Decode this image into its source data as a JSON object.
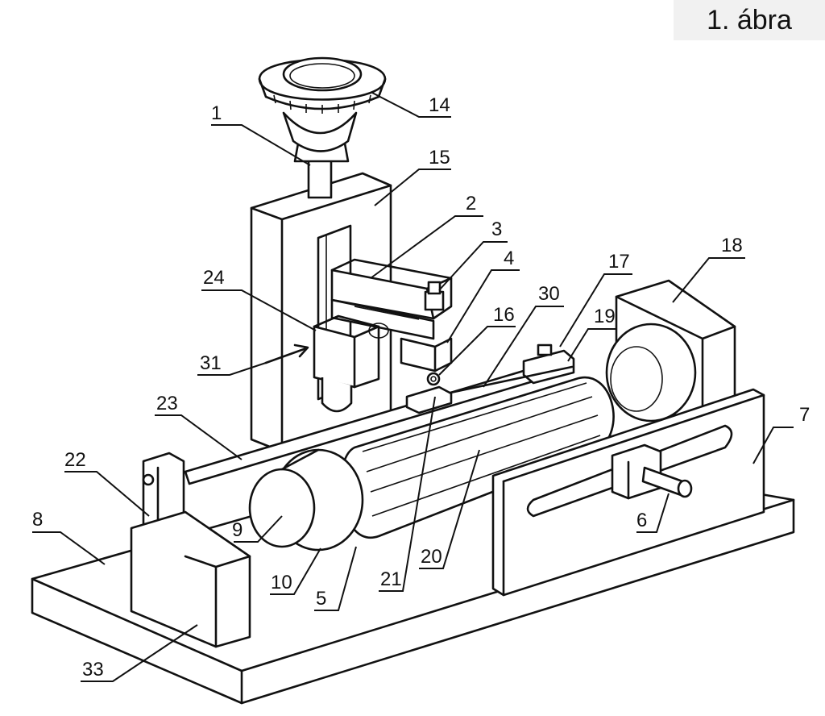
{
  "figure": {
    "title": "1. ábra",
    "labels": [
      {
        "id": "label-1",
        "text": "1"
      },
      {
        "id": "label-14",
        "text": "14"
      },
      {
        "id": "label-15",
        "text": "15"
      },
      {
        "id": "label-2",
        "text": "2"
      },
      {
        "id": "label-3",
        "text": "3"
      },
      {
        "id": "label-4",
        "text": "4"
      },
      {
        "id": "label-24",
        "text": "24"
      },
      {
        "id": "label-30",
        "text": "30"
      },
      {
        "id": "label-17",
        "text": "17"
      },
      {
        "id": "label-18",
        "text": "18"
      },
      {
        "id": "label-16",
        "text": "16"
      },
      {
        "id": "label-19",
        "text": "19"
      },
      {
        "id": "label-31",
        "text": "31"
      },
      {
        "id": "label-23",
        "text": "23"
      },
      {
        "id": "label-22",
        "text": "22"
      },
      {
        "id": "label-7",
        "text": "7"
      },
      {
        "id": "label-8",
        "text": "8"
      },
      {
        "id": "label-9",
        "text": "9"
      },
      {
        "id": "label-6",
        "text": "6"
      },
      {
        "id": "label-10",
        "text": "10"
      },
      {
        "id": "label-5",
        "text": "5"
      },
      {
        "id": "label-21",
        "text": "21"
      },
      {
        "id": "label-20",
        "text": "20"
      },
      {
        "id": "label-33",
        "text": "33"
      }
    ]
  }
}
